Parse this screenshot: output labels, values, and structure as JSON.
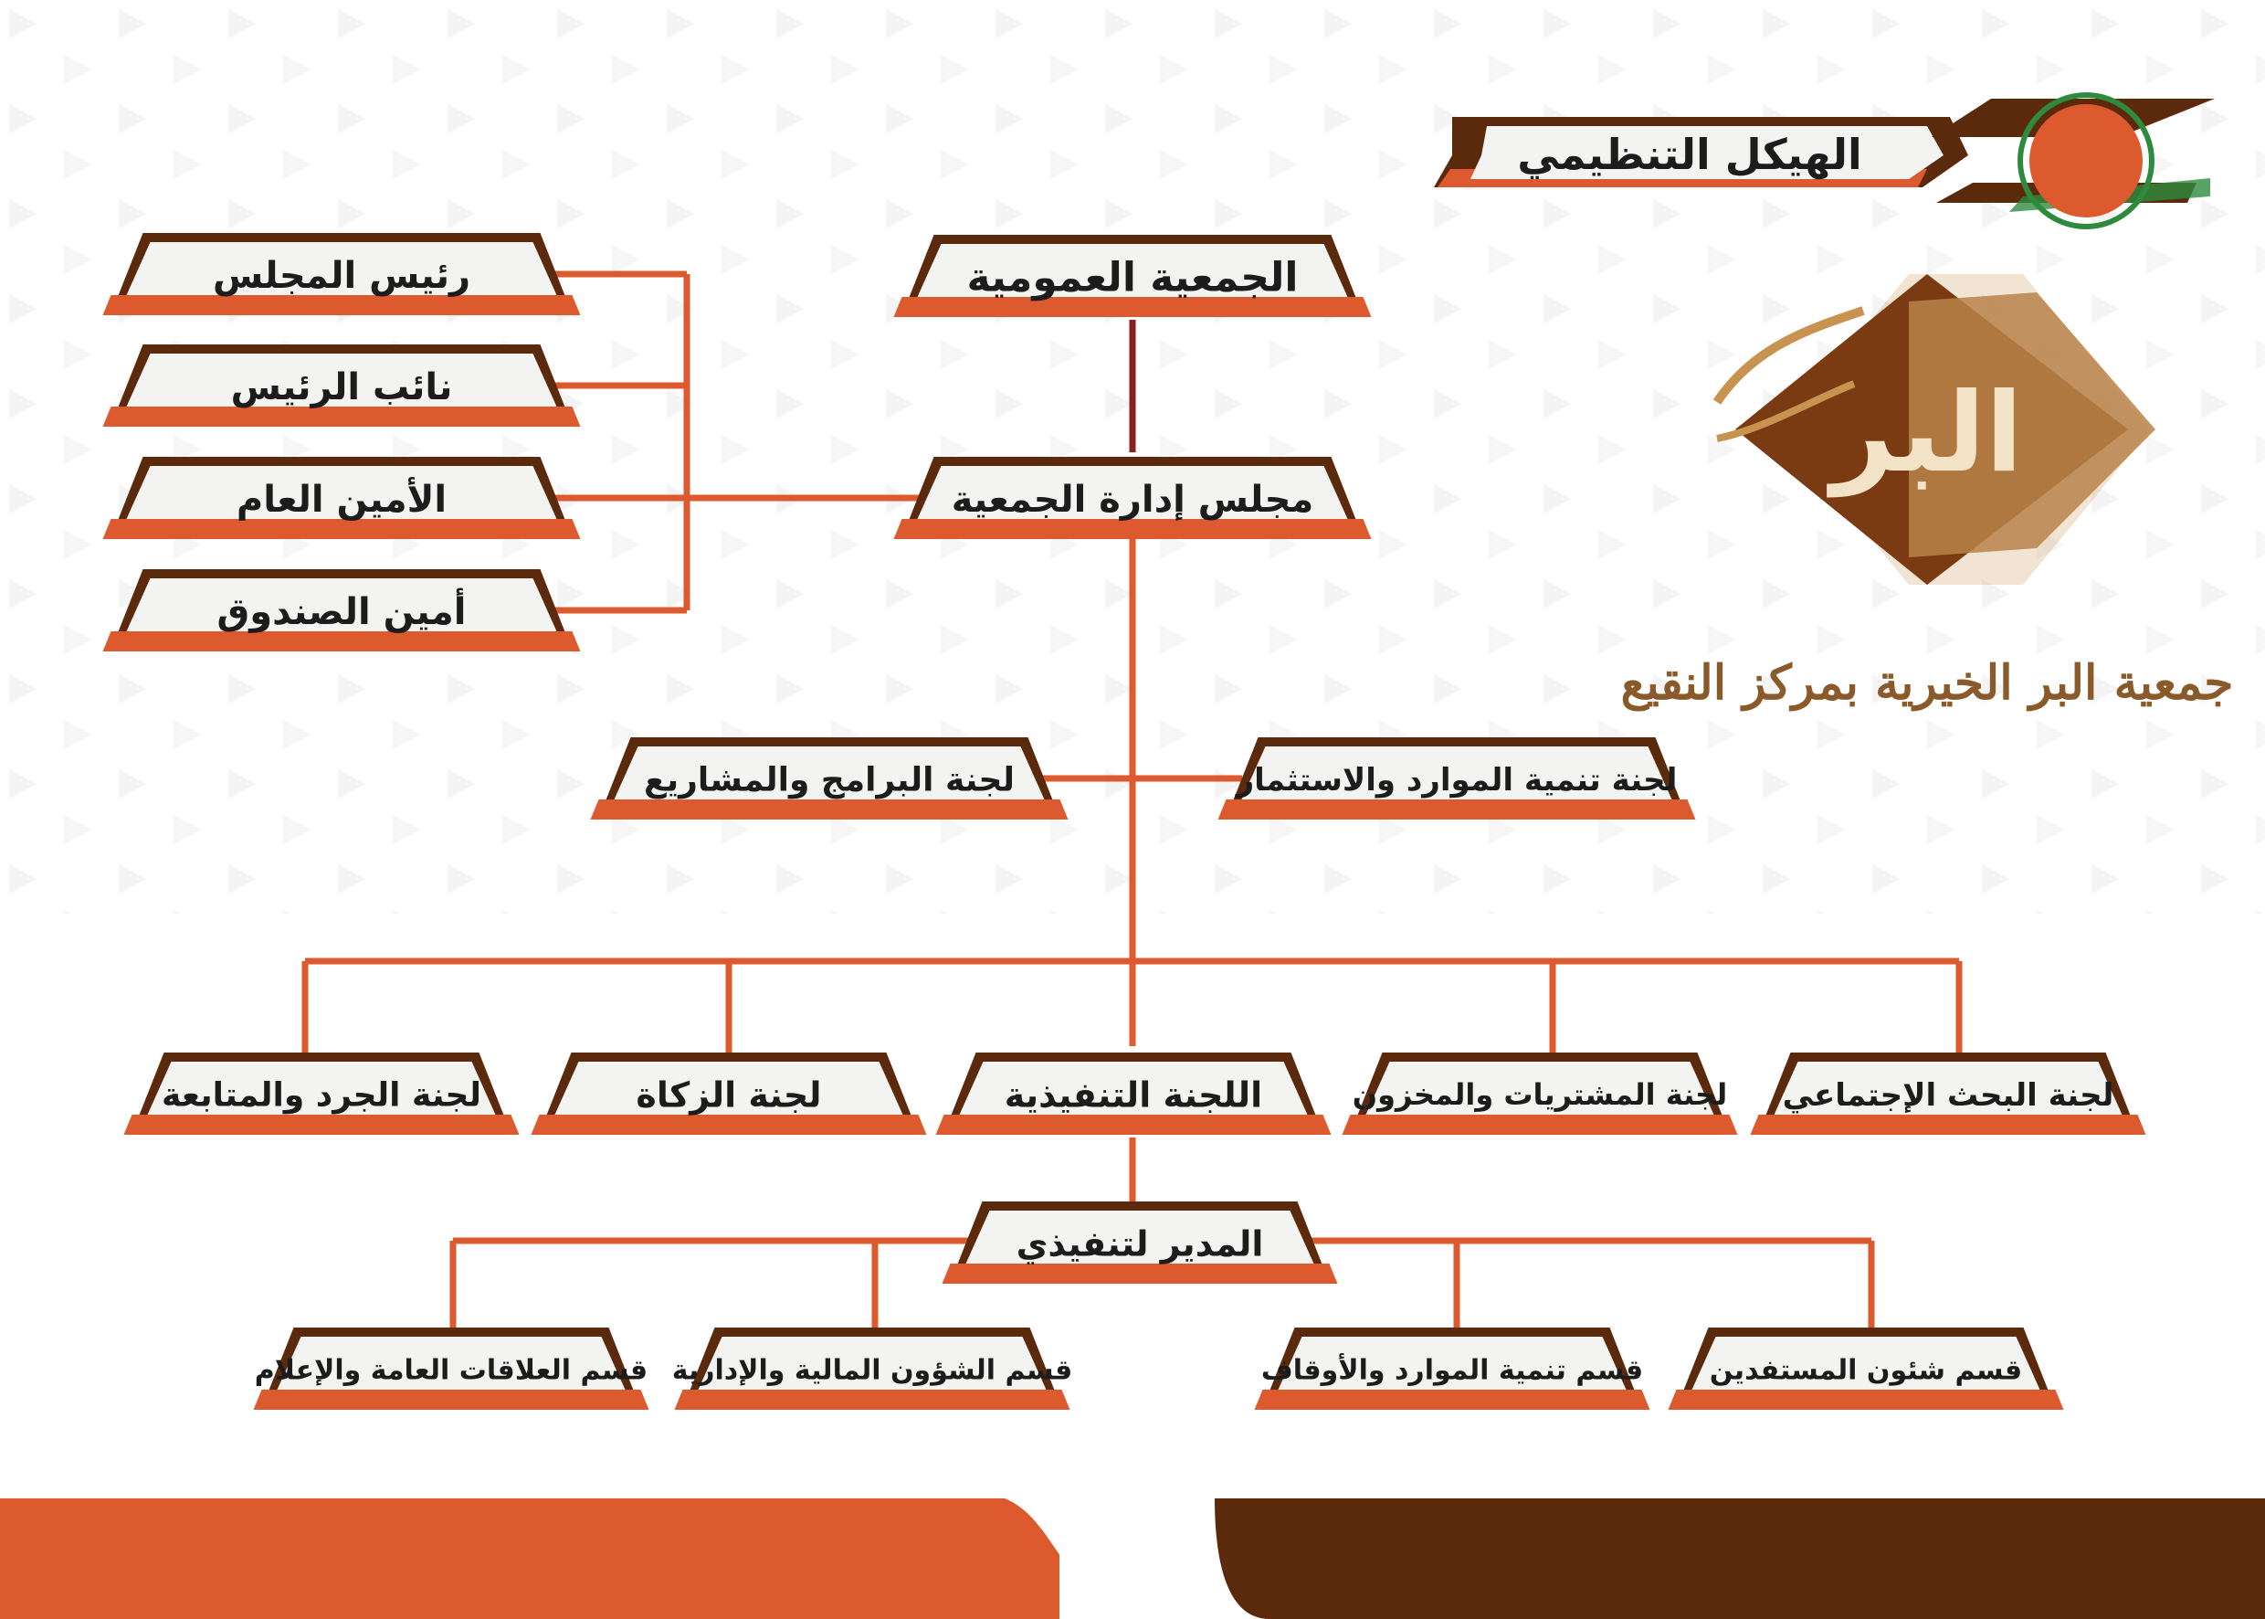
{
  "title": "الهيكل التنظيمي",
  "logo": {
    "text": "جمعية البر الخيرية بمركز النقيع",
    "monogram": "البر"
  },
  "colors": {
    "orange": "#dc5a2e",
    "brown": "#5b2a0c",
    "line": "#dc5a2e",
    "connector_dark": "#8a1f1f",
    "box_fill": "#f3f3f1",
    "gold": "#b8844a"
  },
  "nodes": {
    "general_assembly": "الجمعية العمومية",
    "board": "مجلس إدارة الجمعية",
    "board_chair": "رئيس المجلس",
    "vice_chair": "نائب الرئيس",
    "secretary_general": "الأمين العام",
    "treasurer": "أمين الصندوق",
    "programs_committee": "لجنة البرامج والمشاريع",
    "resources_committee": "لجنة تنمية الموارد والاستثمار",
    "executive_committee": "اللجنة التنفيذية",
    "inventory_committee": "لجنة الجرد والمتابعة",
    "zakat_committee": "لجنة الزكاة",
    "procurement_committee": "لجنة المشتريات والمخزون",
    "social_research_committee": "لجنة البحث الإجتماعي",
    "executive_director": "المدير لتنفيذي",
    "pr_department": "قسم العلاقات العامة والإعلام",
    "finance_department": "قسم الشؤون المالية والإدارية",
    "endowments_department": "قسم تنمية الموارد والأوقاف",
    "beneficiaries_department": "قسم شئون المستفدين"
  }
}
